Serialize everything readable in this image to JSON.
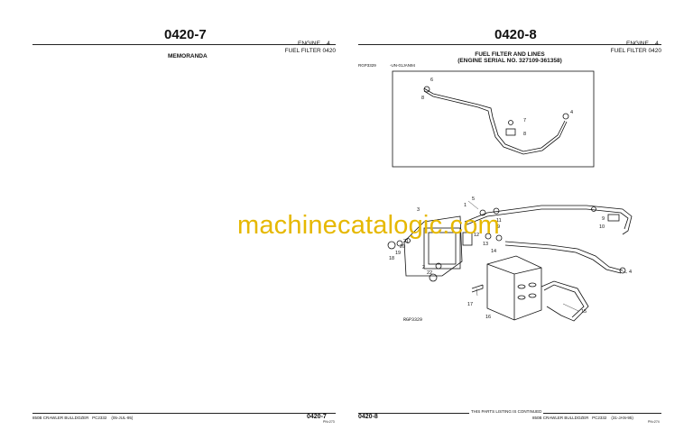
{
  "left_page": {
    "number": "0420-7",
    "section": "ENGINE",
    "section_num": "4",
    "group": "FUEL FILTER 0420",
    "memoranda": "MEMORANDA",
    "footer_model": "850B CRAWLER BULLDOZER",
    "footer_catalog": "PC2332",
    "footer_date": "(05-JUL-95)",
    "footer_number": "0420-7",
    "footer_pn": "PN=273"
  },
  "right_page": {
    "number": "0420-8",
    "section": "ENGINE",
    "section_num": "4",
    "group": "FUEL FILTER 0420",
    "figure_title": "FUEL FILTER AND LINES",
    "figure_subtitle": "(ENGINE SERIAL NO. 327109-361358)",
    "fig_code": "RGP3329",
    "fig_code2": "-UN-01JAN94",
    "drawing_code": "RGP3329",
    "footer_number": "0420-8",
    "footer_continued": "THIS PARTS LISTING IS CONTINUED",
    "footer_model": "850B CRAWLER BULLDOZER",
    "footer_catalog": "PC2332",
    "footer_date": "(31-JAN-95)",
    "footer_pn": "PN=274"
  },
  "watermark": "machinecatalogic.com",
  "callouts": {
    "inset": [
      "6",
      "7",
      "8",
      "4"
    ],
    "main": [
      "3",
      "5",
      "1",
      "11",
      "9",
      "10",
      "12",
      "13",
      "14",
      "21",
      "20",
      "19",
      "18",
      "2",
      "22",
      "4",
      "17",
      "16",
      "15"
    ]
  },
  "colors": {
    "watermark": "#e6b800",
    "ink": "#111111"
  }
}
